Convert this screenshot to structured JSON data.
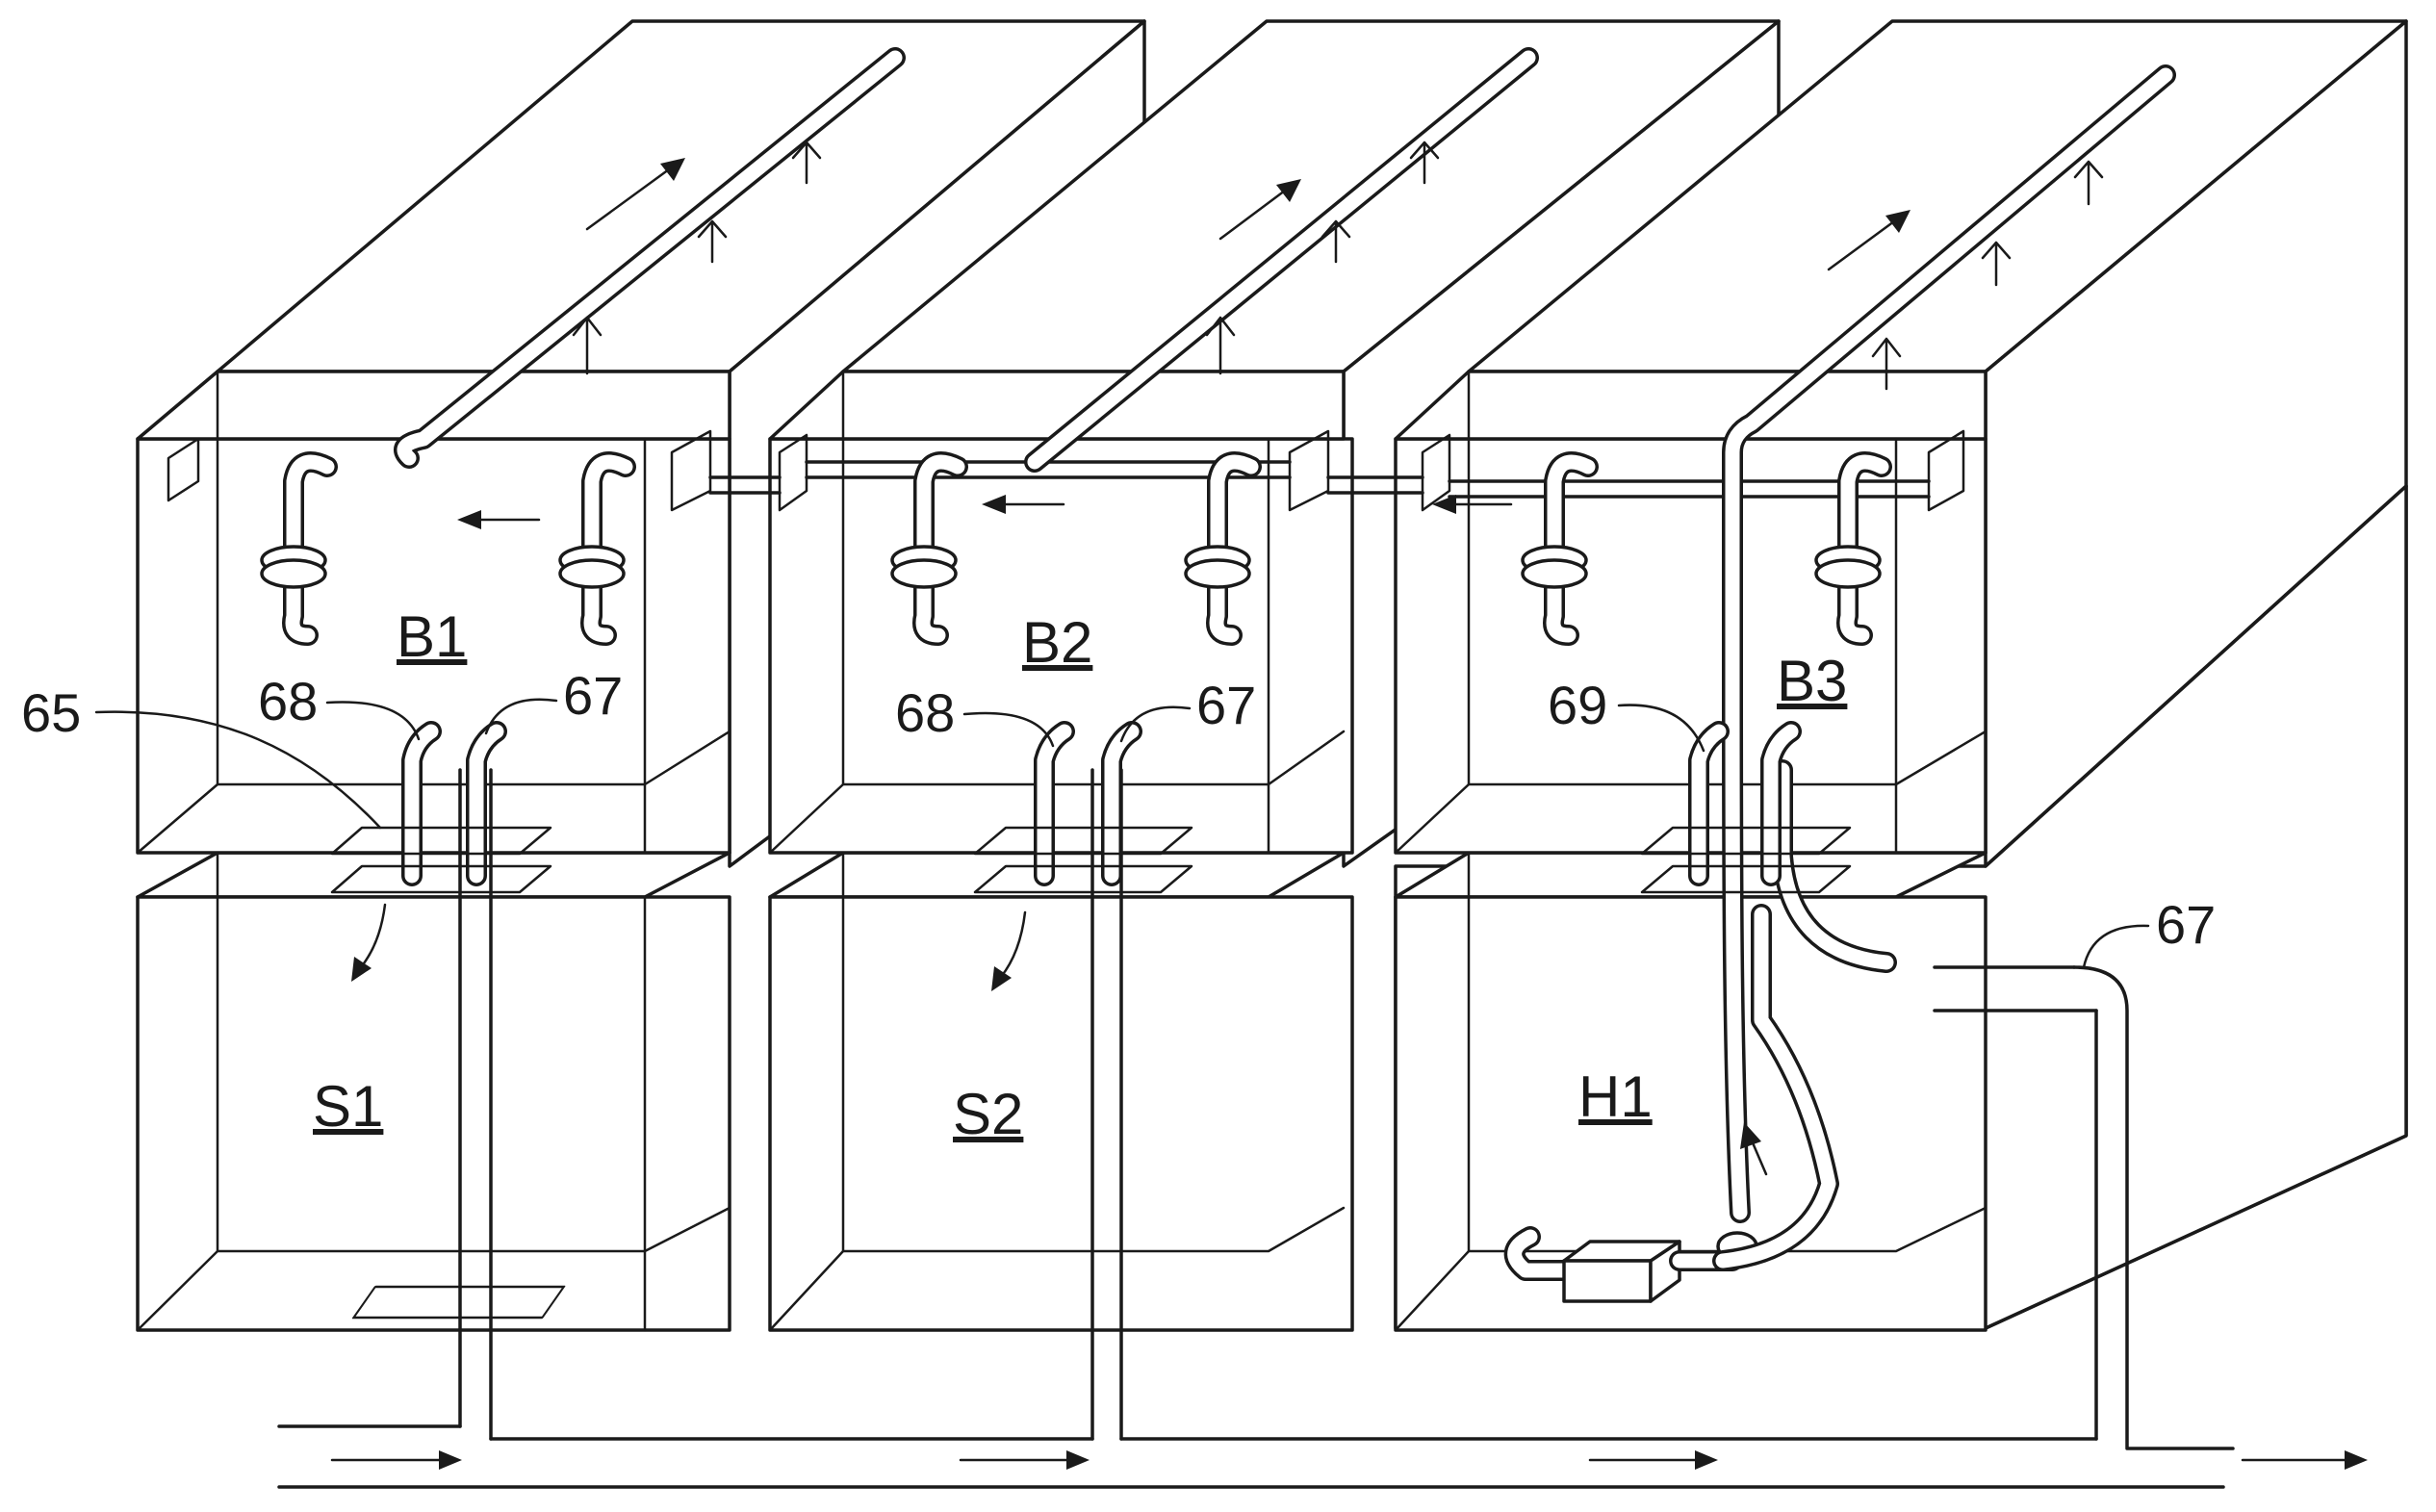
{
  "figure": {
    "boxes": [
      {
        "id": "B1",
        "label": "B1"
      },
      {
        "id": "B2",
        "label": "B2"
      },
      {
        "id": "B3",
        "label": "B3"
      },
      {
        "id": "S1",
        "label": "S1"
      },
      {
        "id": "S2",
        "label": "S2"
      },
      {
        "id": "H1",
        "label": "H1"
      }
    ],
    "reference_numerals": {
      "n65": "65",
      "n68_b1": "68",
      "n67_b1": "67",
      "n68_b2": "68",
      "n67_b2": "67",
      "n69_b3": "69",
      "n67_h1": "67"
    },
    "colors": {
      "line": "#1a1a1a",
      "background": "#ffffff"
    }
  }
}
